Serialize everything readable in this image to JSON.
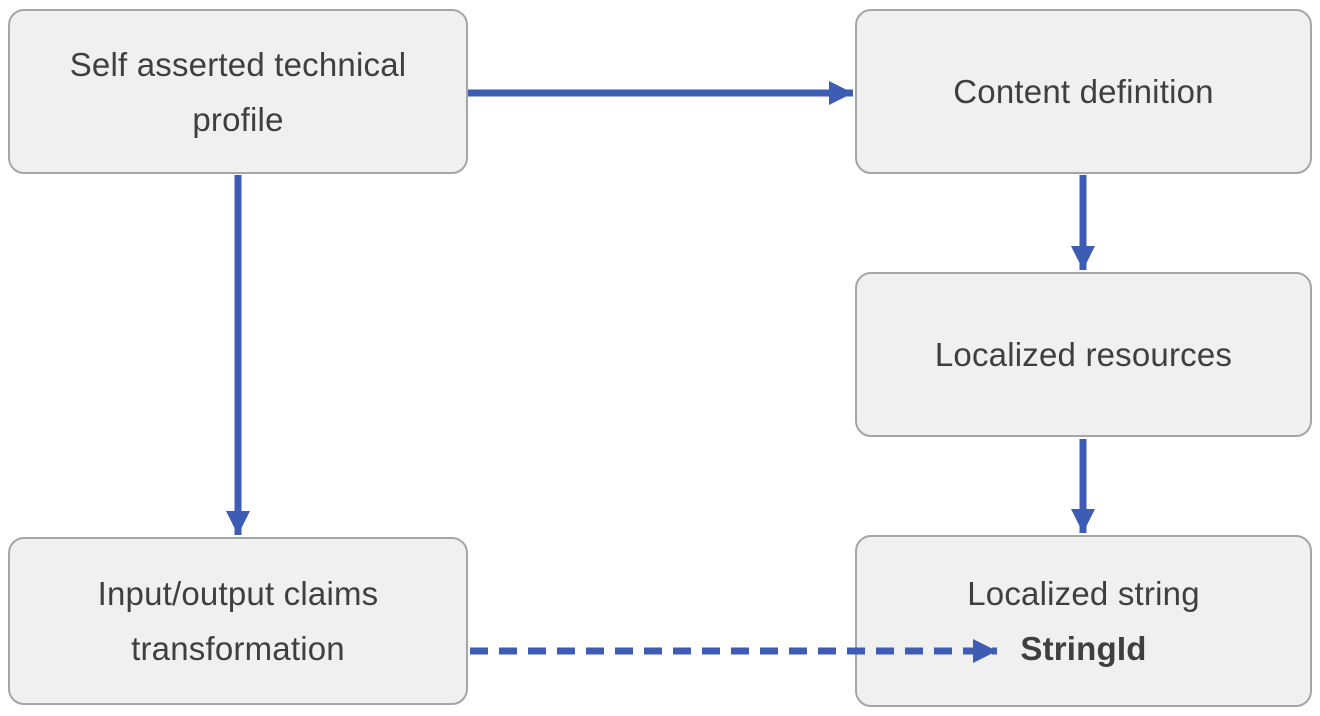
{
  "diagram": {
    "nodes": {
      "self_asserted": {
        "label": "Self asserted technical profile"
      },
      "content_definition": {
        "label": "Content definition"
      },
      "localized_resources": {
        "label": "Localized resources"
      },
      "claims_transformation": {
        "label": "Input/output claims transformation"
      },
      "localized_string": {
        "label": "Localized string",
        "sublabel": "StringId"
      }
    },
    "edges": [
      {
        "from": "self_asserted",
        "to": "content_definition",
        "style": "solid",
        "direction": "right"
      },
      {
        "from": "self_asserted",
        "to": "claims_transformation",
        "style": "solid",
        "direction": "down"
      },
      {
        "from": "content_definition",
        "to": "localized_resources",
        "style": "solid",
        "direction": "down"
      },
      {
        "from": "localized_resources",
        "to": "localized_string",
        "style": "solid",
        "direction": "down"
      },
      {
        "from": "claims_transformation",
        "to": "localized_string.StringId",
        "style": "dashed",
        "direction": "right"
      }
    ]
  },
  "colors": {
    "accent": "#3d5db5",
    "box_fill": "#f0f0f0",
    "box_border": "#a5a5a5",
    "text": "#3f3f3f",
    "background": "#ffffff"
  }
}
